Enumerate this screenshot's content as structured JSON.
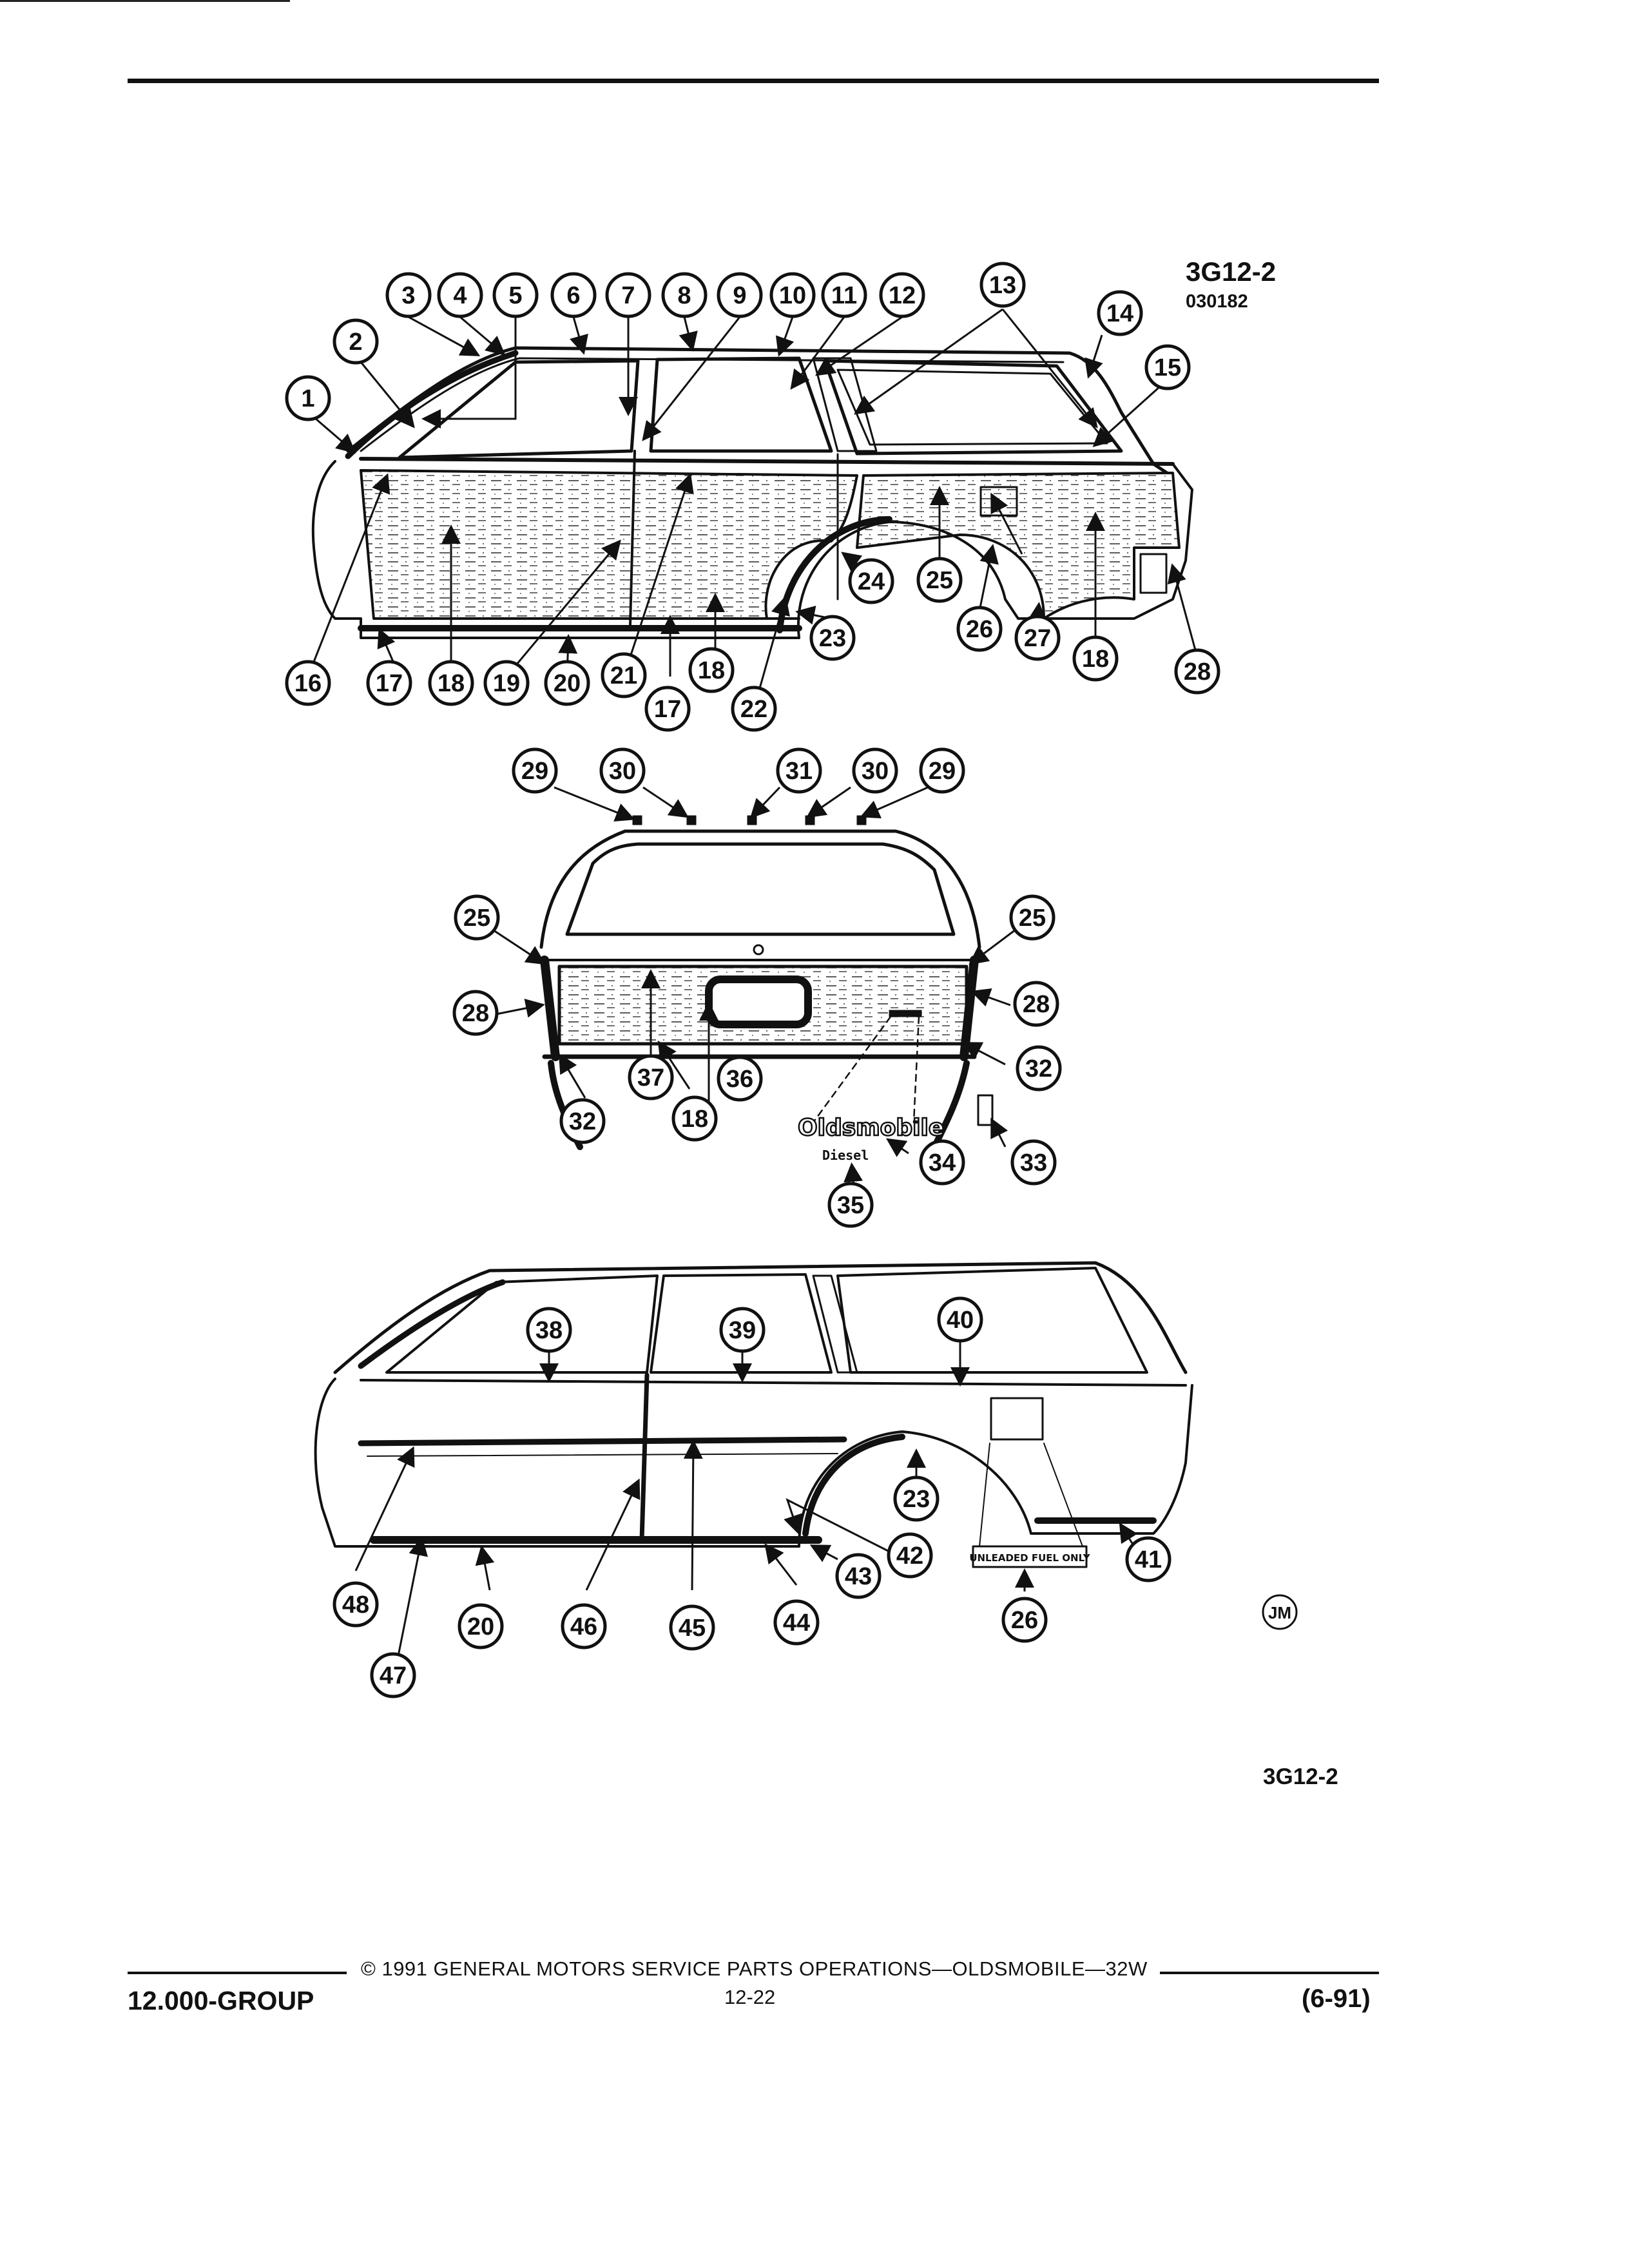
{
  "figure": {
    "code": "3G12-2",
    "sub_code": "030182",
    "code_bottom": "3G12-2",
    "artist_mark": "JM"
  },
  "callouts": {
    "side_view": [
      "1",
      "2",
      "3",
      "4",
      "5",
      "6",
      "7",
      "8",
      "9",
      "10",
      "11",
      "12",
      "13",
      "14",
      "15",
      "16",
      "17",
      "18",
      "19",
      "20",
      "21",
      "17",
      "18",
      "22",
      "23",
      "24",
      "25",
      "26",
      "27",
      "18",
      "28"
    ],
    "rear_view": [
      "29",
      "30",
      "31",
      "30",
      "29",
      "25",
      "25",
      "28",
      "28",
      "37",
      "36",
      "18",
      "32",
      "32",
      "34",
      "33",
      "35"
    ],
    "lower_view": [
      "38",
      "39",
      "40",
      "23",
      "42",
      "43",
      "41",
      "48",
      "20",
      "46",
      "45",
      "44",
      "26",
      "47"
    ]
  },
  "badges": {
    "emblem": "Oldsmobile",
    "script": "Diesel",
    "fuel_label": "UNLEADED FUEL ONLY"
  },
  "footer": {
    "copyright": "© 1991 GENERAL MOTORS SERVICE PARTS OPERATIONS—OLDSMOBILE—32W",
    "group": "12.000-GROUP",
    "page": "12-22",
    "date": "(6-91)"
  },
  "colors": {
    "ink": "#111111",
    "paper": "#ffffff"
  }
}
